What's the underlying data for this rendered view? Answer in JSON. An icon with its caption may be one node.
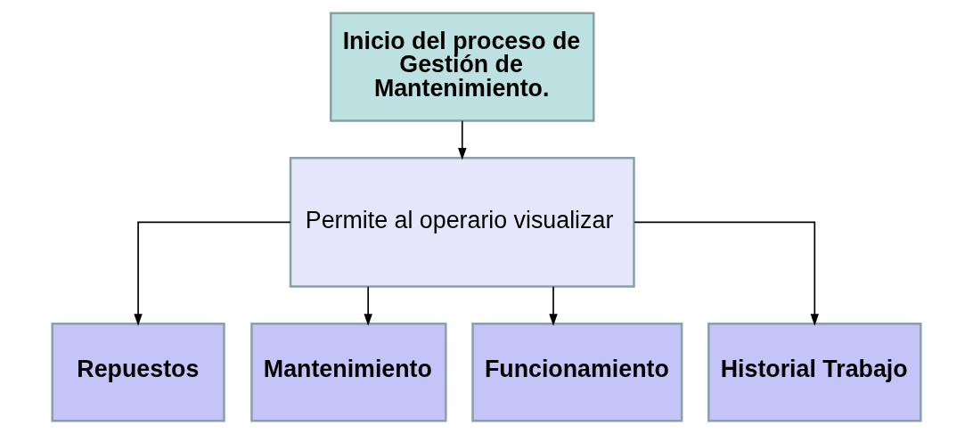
{
  "diagram": {
    "nodes": [
      {
        "text": [
          "Inicio del proceso de Gestión de Mantenimiento."
        ]
      },
      {
        "text": [
          "Permite al operario visualizar"
        ]
      },
      {
        "text": [
          "Repuestos"
        ]
      },
      {
        "text": [
          "Mantenimiento"
        ]
      },
      {
        "text": [
          "Funcionamiento"
        ]
      },
      {
        "text": [
          "Historial Trabajo"
        ]
      }
    ],
    "edges": [
      {
        "from": 0,
        "to": 1,
        "arrow": "to"
      },
      {
        "from": 1,
        "to": 2,
        "arrow": "to"
      },
      {
        "from": 1,
        "to": 3,
        "arrow": "to"
      },
      {
        "from": 1,
        "to": 4,
        "arrow": "to"
      },
      {
        "from": 1,
        "to": 5,
        "arrow": "to"
      }
    ]
  }
}
